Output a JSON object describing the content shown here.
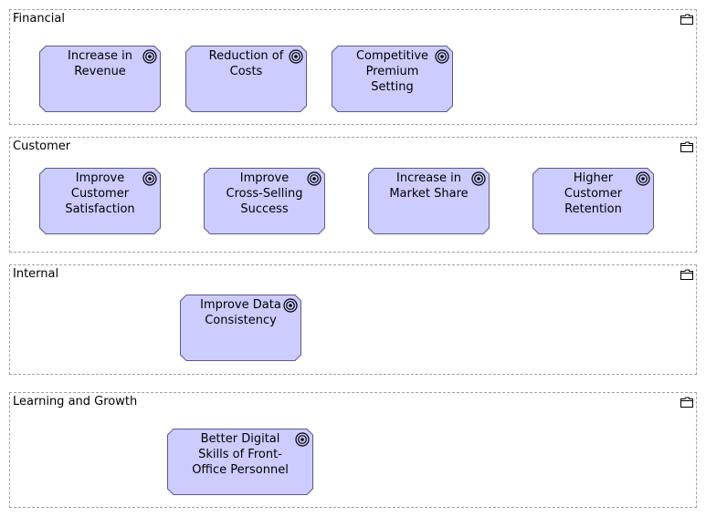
{
  "colors": {
    "goal_fill": "#ccccff",
    "goal_stroke": "#5a5a8a",
    "group_border": "#a0a0a0"
  },
  "icons": {
    "group": "folder-icon",
    "goal": "target-icon"
  },
  "groups": [
    {
      "id": "financial",
      "title": "Financial",
      "goals": [
        {
          "label": "Increase in\nRevenue"
        },
        {
          "label": "Reduction of\nCosts"
        },
        {
          "label": "Competitive\nPremium\nSetting"
        }
      ]
    },
    {
      "id": "customer",
      "title": "Customer",
      "goals": [
        {
          "label": "Improve\nCustomer\nSatisfaction"
        },
        {
          "label": "Improve\nCross-Selling\nSuccess"
        },
        {
          "label": "Increase in\nMarket Share"
        },
        {
          "label": "Higher\nCustomer\nRetention"
        }
      ]
    },
    {
      "id": "internal",
      "title": "Internal",
      "goals": [
        {
          "label": "Improve Data\nConsistency"
        }
      ]
    },
    {
      "id": "learning",
      "title": "Learning and Growth",
      "goals": [
        {
          "label": "Better Digital\nSkills of Front-\nOffice Personnel"
        }
      ]
    }
  ]
}
